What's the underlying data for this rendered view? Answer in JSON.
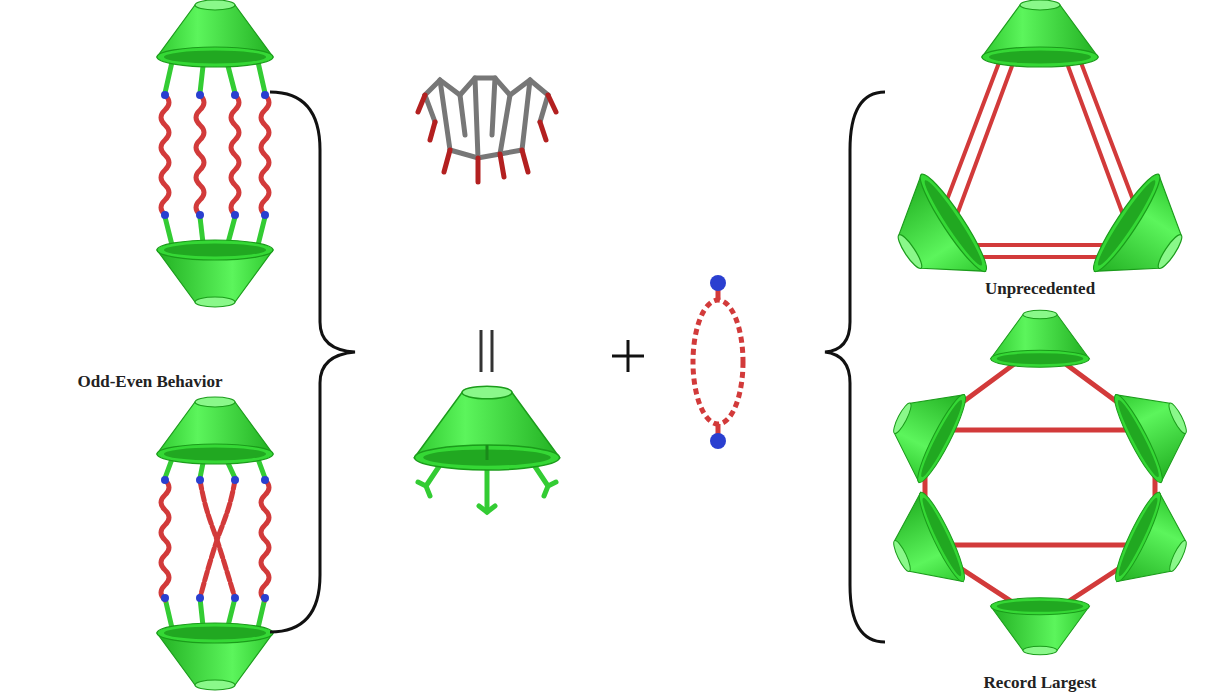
{
  "diagram": {
    "labels": [
      "Odd-Even Behavior",
      "Unprecedented",
      "Record Largest"
    ]
  }
}
